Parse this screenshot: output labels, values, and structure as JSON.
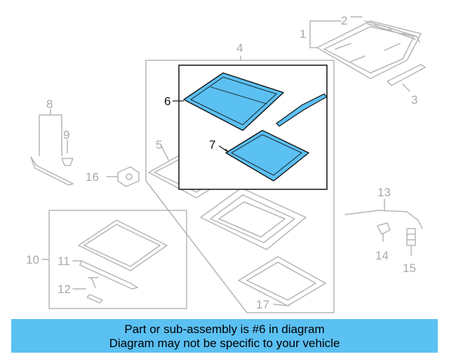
{
  "callouts": {
    "c1": "1",
    "c2": "2",
    "c3": "3",
    "c4": "4",
    "c5": "5",
    "c6": "6",
    "c7": "7",
    "c8": "8",
    "c9": "9",
    "c10": "10",
    "c11": "11",
    "c12": "12",
    "c13": "13",
    "c14": "14",
    "c15": "15",
    "c16": "16",
    "c17": "17"
  },
  "caption": {
    "line1": "Part or sub-assembly is #6 in diagram",
    "line2": "Diagram may not be specific to your vehicle"
  },
  "colors": {
    "highlight": "#5bc0f2",
    "part_line": "#b5b5b5",
    "box_line": "#111111",
    "caption_bg": "#5bc0f2"
  }
}
